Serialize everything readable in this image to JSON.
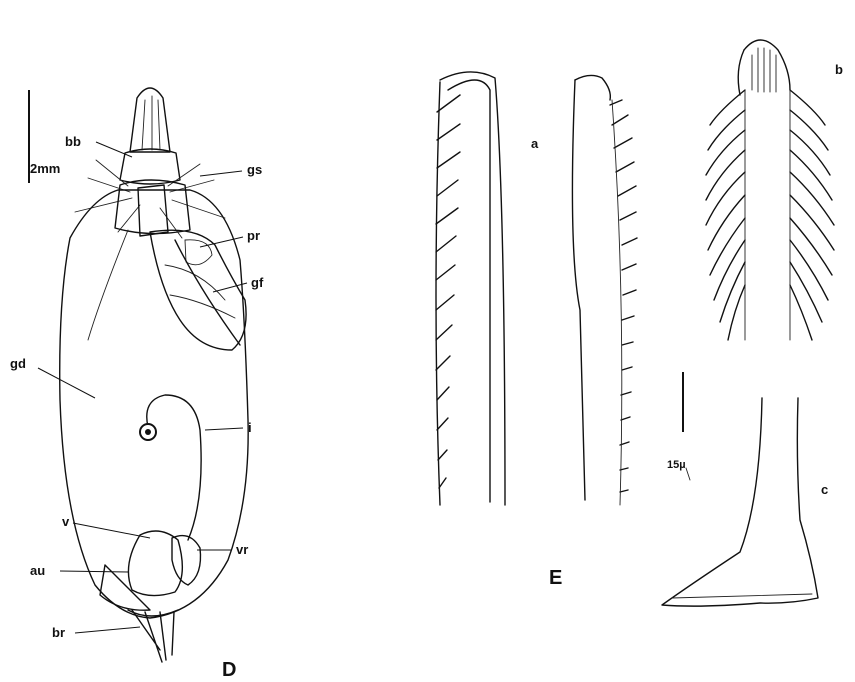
{
  "figure": {
    "panel_d": {
      "title": "D",
      "scale_bar": "2mm",
      "labels": {
        "bb": "bb",
        "gs": "gs",
        "pr": "pr",
        "gf": "gf",
        "gd": "gd",
        "i": "i",
        "v": "v",
        "vr": "vr",
        "au": "au",
        "br": "br"
      }
    },
    "panel_e": {
      "title": "E",
      "scale_bar": "15µ",
      "labels": {
        "a": "a",
        "b": "b",
        "c": "c"
      }
    }
  }
}
